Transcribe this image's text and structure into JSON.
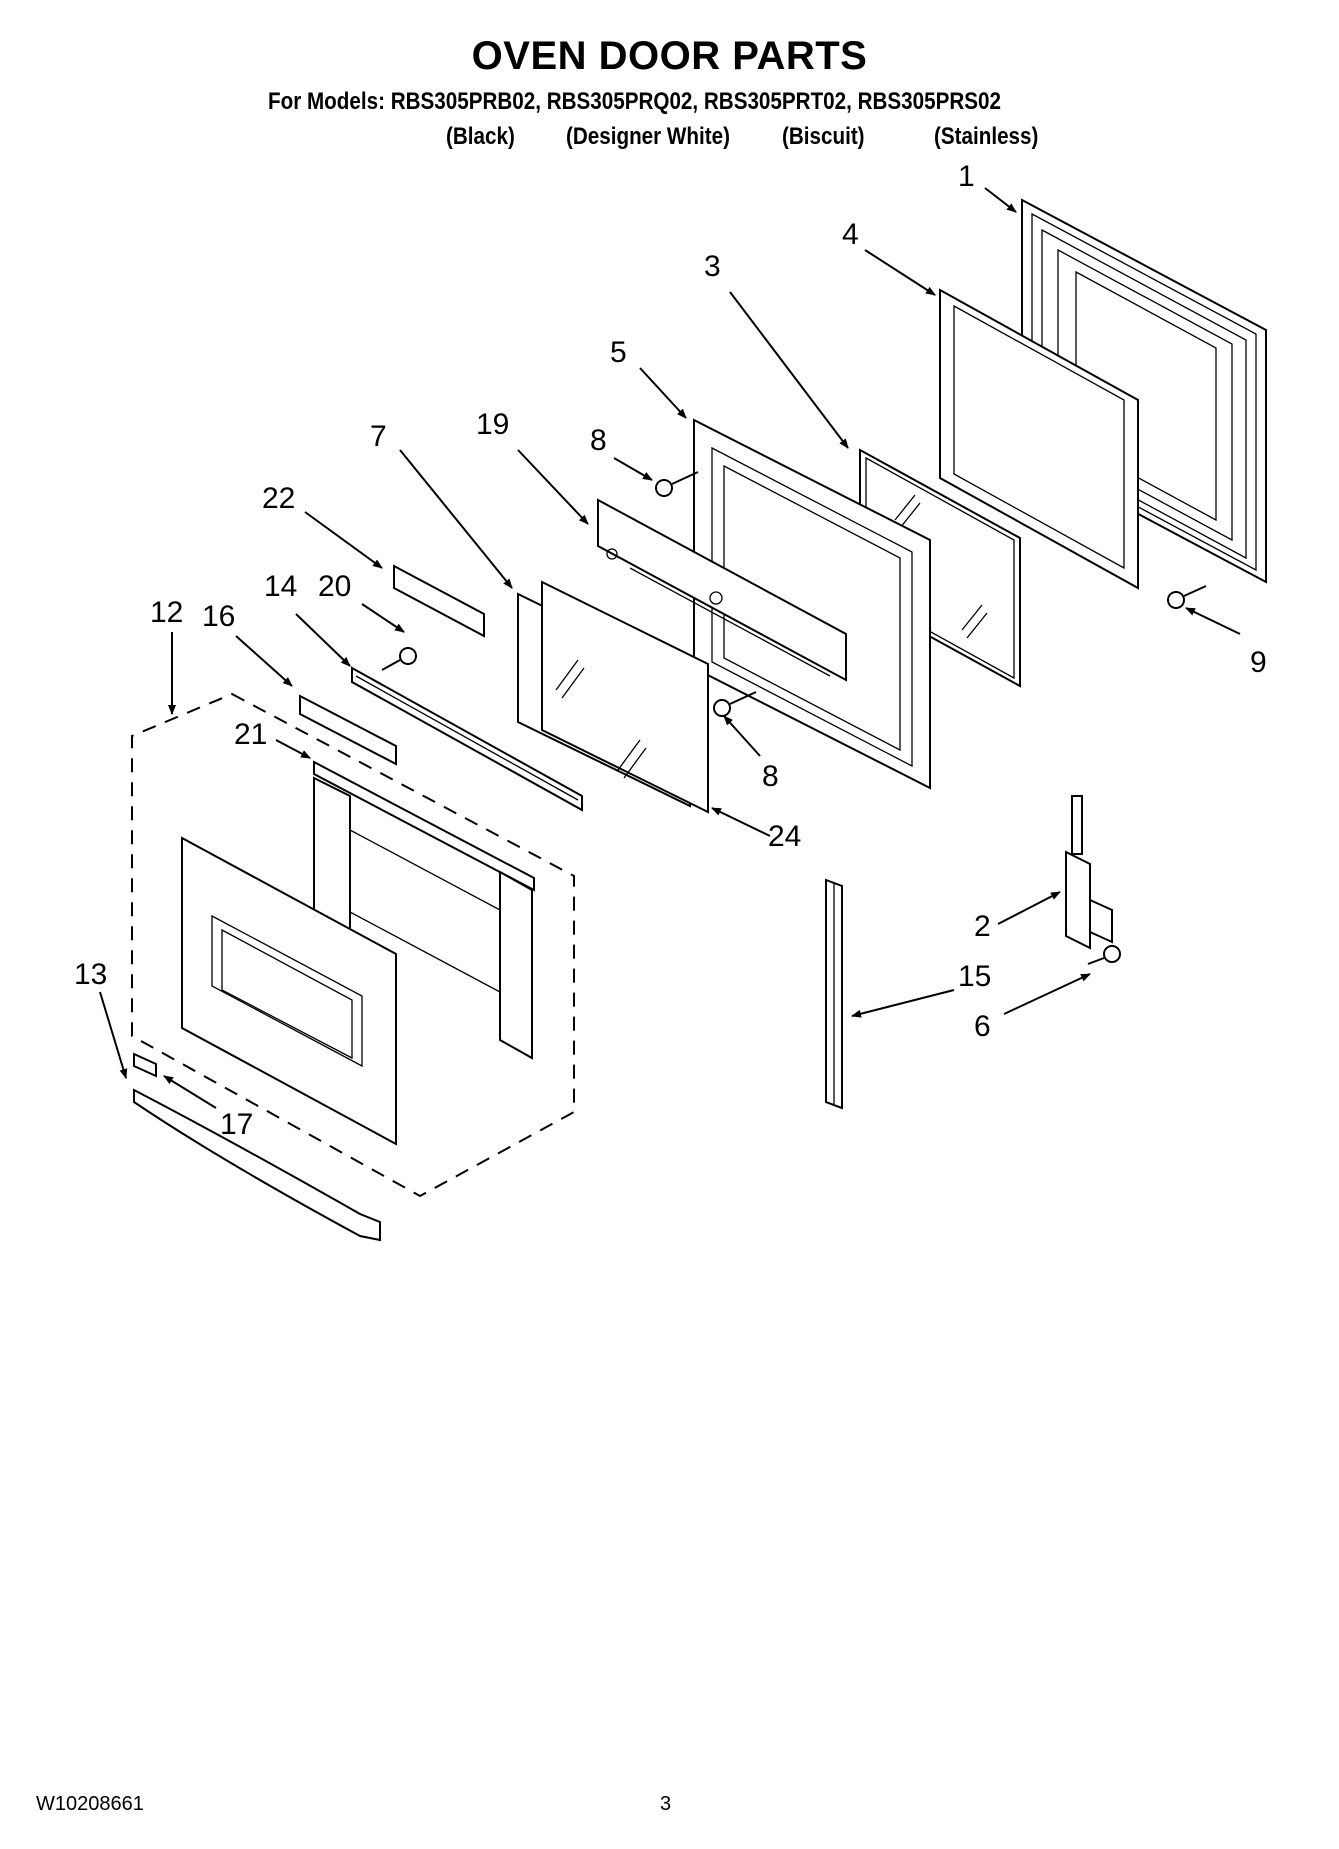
{
  "header": {
    "title": "OVEN DOOR PARTS",
    "models_line": "For Models: RBS305PRB02, RBS305PRQ02, RBS305PRT02, RBS305PRS02",
    "colors": [
      "(Black)",
      "(Designer White)",
      "(Biscuit)",
      "(Stainless)"
    ]
  },
  "callouts": [
    {
      "id": "c1",
      "label": "1"
    },
    {
      "id": "c2",
      "label": "2"
    },
    {
      "id": "c3",
      "label": "3"
    },
    {
      "id": "c4",
      "label": "4"
    },
    {
      "id": "c5",
      "label": "5"
    },
    {
      "id": "c6",
      "label": "6"
    },
    {
      "id": "c7",
      "label": "7"
    },
    {
      "id": "c8a",
      "label": "8"
    },
    {
      "id": "c8b",
      "label": "8"
    },
    {
      "id": "c9",
      "label": "9"
    },
    {
      "id": "c12",
      "label": "12"
    },
    {
      "id": "c13",
      "label": "13"
    },
    {
      "id": "c14",
      "label": "14"
    },
    {
      "id": "c15",
      "label": "15"
    },
    {
      "id": "c16",
      "label": "16"
    },
    {
      "id": "c17",
      "label": "17"
    },
    {
      "id": "c19",
      "label": "19"
    },
    {
      "id": "c20",
      "label": "20"
    },
    {
      "id": "c21",
      "label": "21"
    },
    {
      "id": "c22",
      "label": "22"
    },
    {
      "id": "c24",
      "label": "24"
    }
  ],
  "footer": {
    "doc_number": "W10208661",
    "page_number": "3"
  }
}
